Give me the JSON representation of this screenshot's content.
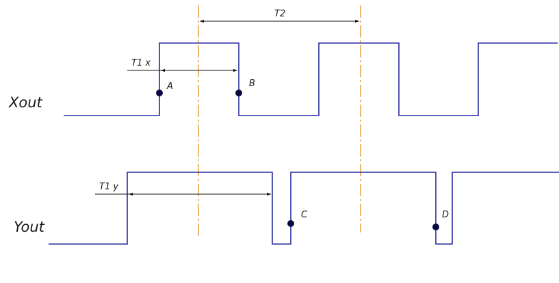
{
  "signals": {
    "x": {
      "label": "Xout"
    },
    "y": {
      "label": "Yout"
    }
  },
  "timings": {
    "t2": "T2",
    "t1x": "T1 x",
    "t1y": "T1 y"
  },
  "points": {
    "a": "A",
    "b": "B",
    "c": "C",
    "d": "D"
  },
  "colors": {
    "waveform": "#2a2aa0",
    "guide": "#e08a1e",
    "marker": "#0a0a40",
    "dimension": "#111111"
  }
}
